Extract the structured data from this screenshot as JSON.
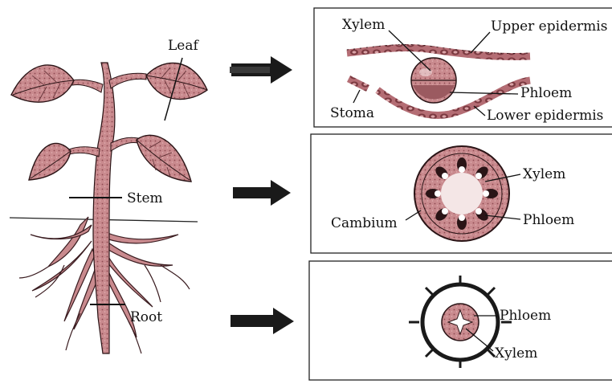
{
  "plant": {
    "leaf_label": "Leaf",
    "stem_label": "Stem",
    "root_label": "Root"
  },
  "leaf_section": {
    "xylem": "Xylem",
    "upper_epidermis": "Upper epidermis",
    "phloem": "Phloem",
    "stoma": "Stoma",
    "lower_epidermis": "Lower epidermis"
  },
  "stem_section": {
    "xylem": "Xylem",
    "cambium": "Cambium",
    "phloem": "Phloem"
  },
  "root_section": {
    "phloem": "Phloem",
    "xylem": "Xylem"
  },
  "colors": {
    "tissue": "#c8868a",
    "tissue_dark": "#7a3a40",
    "outline": "#1a1a1a"
  }
}
